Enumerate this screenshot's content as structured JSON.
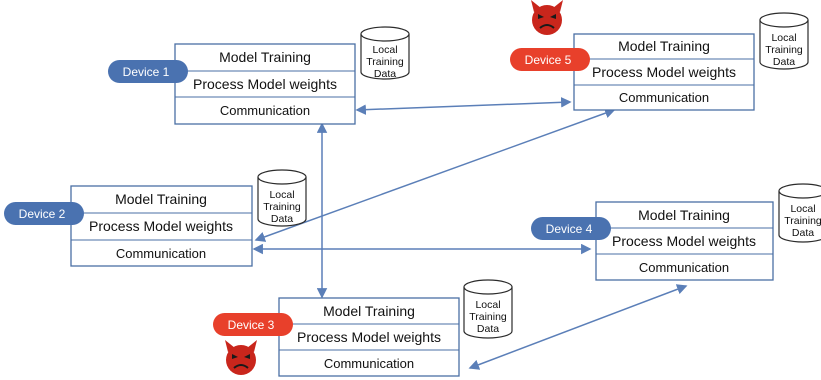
{
  "colors": {
    "box_border": "#4a6fa5",
    "badge_normal": "#4a72b0",
    "badge_malicious": "#e8402b",
    "connection": "#5b7fb8",
    "devil_face": "#c9261c"
  },
  "icons": {
    "malicious": "devil-face-icon",
    "storage": "database-cylinder-icon"
  },
  "devices": [
    {
      "label": "Device 1",
      "status": "normal",
      "layers": [
        "Model Training",
        "Process Model weights",
        "Communication"
      ],
      "storage": [
        "Local",
        "Training",
        "Data"
      ]
    },
    {
      "label": "Device 2",
      "status": "normal",
      "layers": [
        "Model Training",
        "Process Model weights",
        "Communication"
      ],
      "storage": [
        "Local",
        "Training",
        "Data"
      ]
    },
    {
      "label": "Device 3",
      "status": "malicious",
      "layers": [
        "Model Training",
        "Process Model weights",
        "Communication"
      ],
      "storage": [
        "Local",
        "Training",
        "Data"
      ]
    },
    {
      "label": "Device 4",
      "status": "normal",
      "layers": [
        "Model Training",
        "Process Model weights",
        "Communication"
      ],
      "storage": [
        "Local",
        "Training",
        "Data"
      ]
    },
    {
      "label": "Device 5",
      "status": "malicious",
      "layers": [
        "Model Training",
        "Process Model weights",
        "Communication"
      ],
      "storage": [
        "Local",
        "Training",
        "Data"
      ]
    }
  ],
  "connections": [
    {
      "from": "Device 1",
      "to": "Device 5"
    },
    {
      "from": "Device 1",
      "to": "Device 3"
    },
    {
      "from": "Device 2",
      "to": "Device 4"
    },
    {
      "from": "Device 2",
      "to": "Device 5"
    },
    {
      "from": "Device 3",
      "to": "Device 4"
    }
  ]
}
